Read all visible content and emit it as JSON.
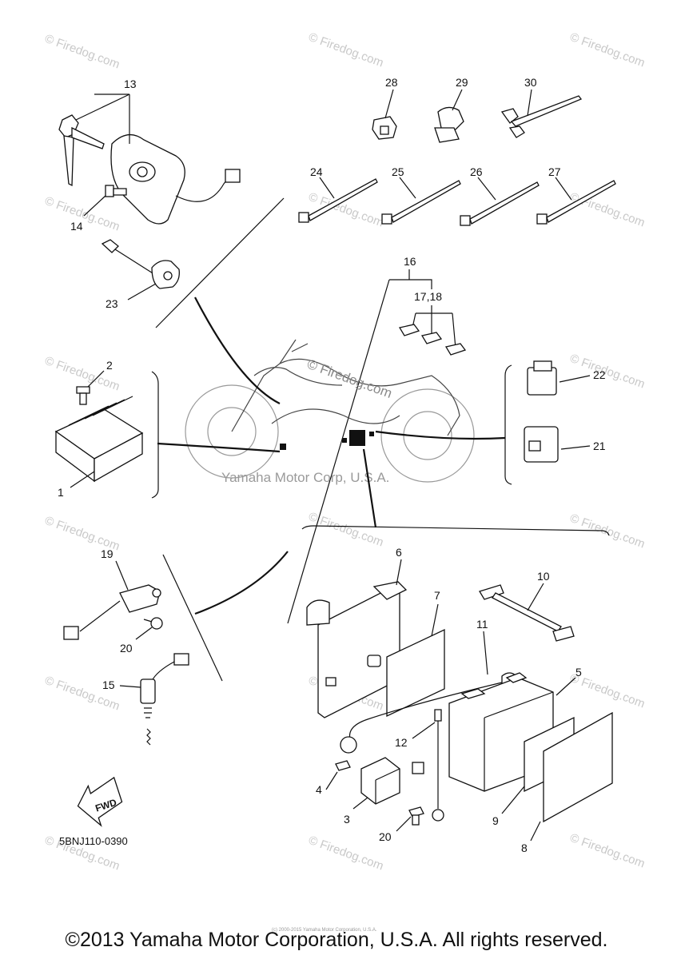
{
  "callouts": {
    "c1": "1",
    "c2": "2",
    "c3": "3",
    "c4": "4",
    "c5": "5",
    "c6": "6",
    "c7": "7",
    "c8": "8",
    "c9": "9",
    "c10": "10",
    "c11": "11",
    "c12": "12",
    "c13": "13",
    "c14": "14",
    "c15": "15",
    "c16": "16",
    "c17_18": "17,18",
    "c19": "19",
    "c20a": "20",
    "c20b": "20",
    "c21": "21",
    "c22": "22",
    "c23": "23",
    "c24": "24",
    "c25": "25",
    "c26": "26",
    "c27": "27",
    "c28": "28",
    "c29": "29",
    "c30": "30"
  },
  "watermark": "© Firedog.com",
  "center_watermark": "© Firedog.com",
  "yamaha_mark": "Yamaha Motor Corp, U.S.A.",
  "fwd_label": "FWD",
  "diagram_code": "5BNJ110-0390",
  "tiny_notice": "(c) 2000-2015 Yamaha Motor Corporation, U.S.A.",
  "copyright": "©2013 Yamaha Motor Corporation, U.S.A. All rights reserved."
}
